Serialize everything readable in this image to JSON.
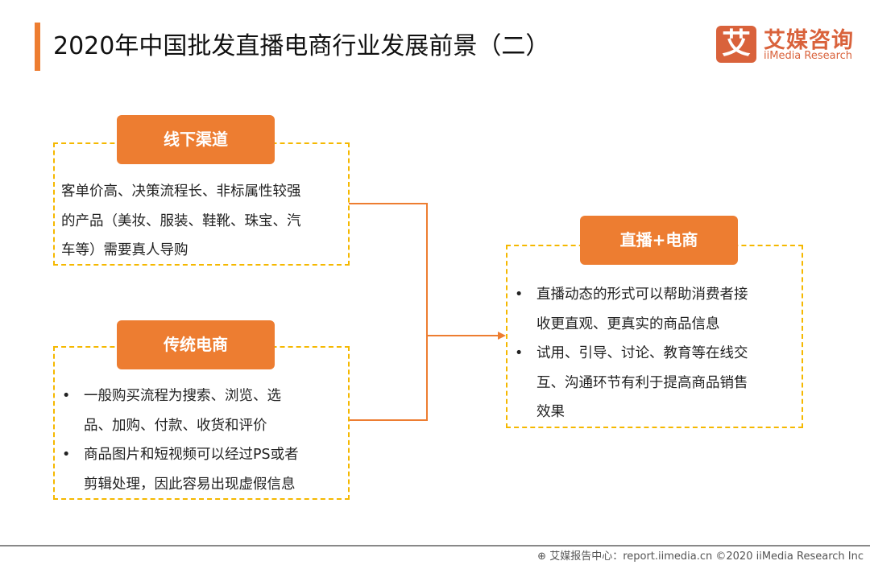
{
  "title": "2020年中国批发直播电商行业发展前景（二）",
  "logo": {
    "mark": "艾",
    "cn": "艾媒咨询",
    "en": "iiMedia Research"
  },
  "offline": {
    "label": "线下渠道",
    "lines": [
      "客单价高、决策流程长、非标属性较强",
      "的产品（美妆、服装、鞋靴、珠宝、汽",
      "车等）需要真人导购"
    ]
  },
  "traditional": {
    "label": "传统电商",
    "bullets": [
      [
        "一般购买流程为搜索、浏览、选",
        "品、加购、付款、收货和评价"
      ],
      [
        "商品图片和短视频可以经过PS或者",
        "剪辑处理，因此容易出现虚假信息"
      ]
    ]
  },
  "live": {
    "label": "直播+电商",
    "bullets": [
      [
        "直播动态的形式可以帮助消费者接",
        "收更直观、更真实的商品信息"
      ],
      [
        "试用、引导、讨论、教育等在线交",
        "互、沟通环节有利于提高商品销售",
        "效果"
      ]
    ]
  },
  "footer": "艾媒报告中心：report.iimedia.cn  ©2020  iiMedia Research  Inc",
  "colors": {
    "accent": "#ED7D31",
    "dash": "#F5B800",
    "logo": "#D9623B"
  }
}
